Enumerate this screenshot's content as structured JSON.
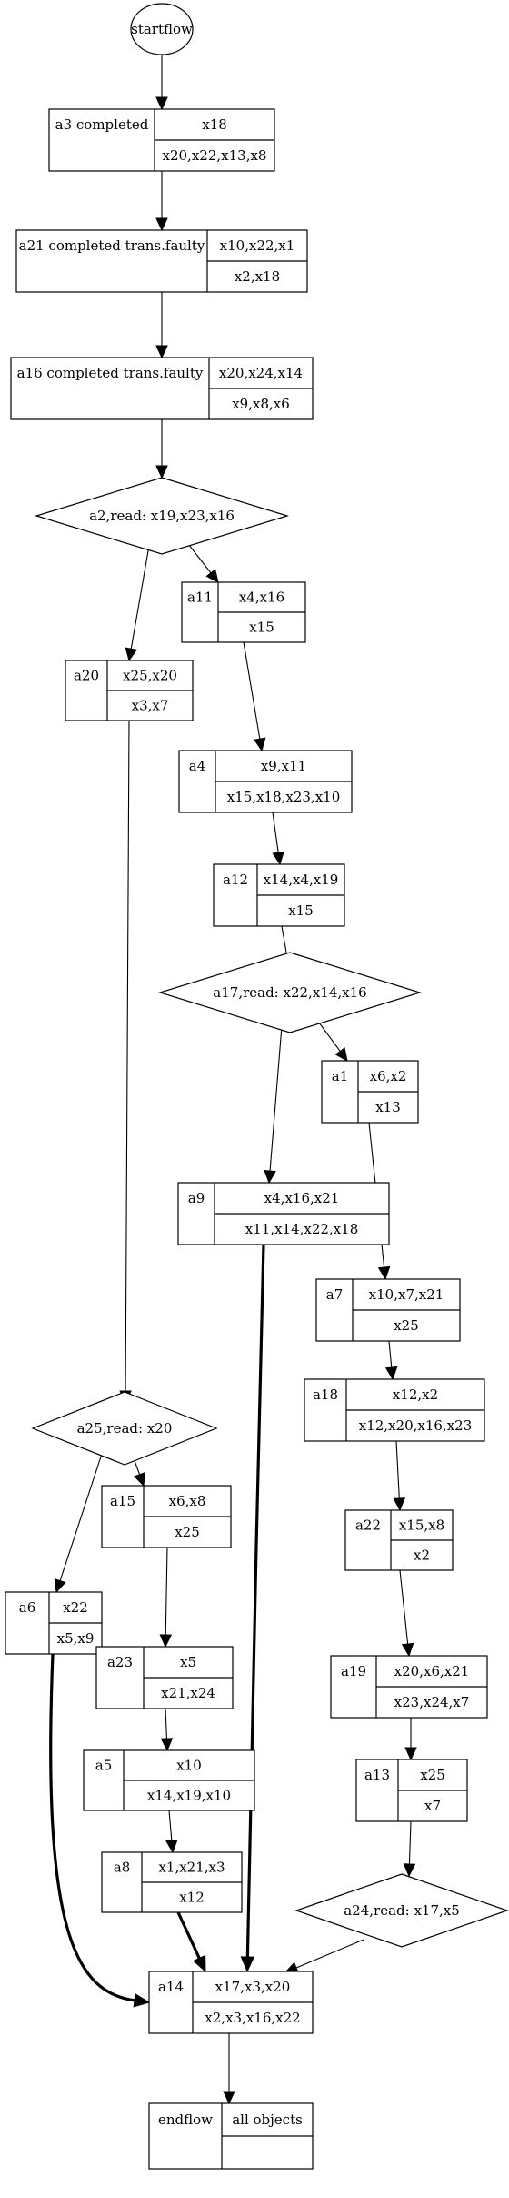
{
  "nodes": [
    {
      "id": "start",
      "shape": "ellipse",
      "label": "startflow"
    },
    {
      "id": "a3",
      "shape": "record",
      "name": "a3 completed",
      "top": "x18",
      "bottom": "x20,x22,x13,x8"
    },
    {
      "id": "a21",
      "shape": "record",
      "name": "a21 completed trans.faulty",
      "top": "x10,x22,x1",
      "bottom": "x2,x18"
    },
    {
      "id": "a16",
      "shape": "record",
      "name": "a16 completed trans.faulty",
      "top": "x20,x24,x14",
      "bottom": "x9,x8,x6"
    },
    {
      "id": "a2",
      "shape": "diamond",
      "label": "a2,read: x19,x23,x16"
    },
    {
      "id": "a11",
      "shape": "record",
      "name": "a11",
      "top": "x4,x16",
      "bottom": "x15"
    },
    {
      "id": "a20",
      "shape": "record",
      "name": "a20",
      "top": "x25,x20",
      "bottom": "x3,x7"
    },
    {
      "id": "a4",
      "shape": "record",
      "name": "a4",
      "top": "x9,x11",
      "bottom": "x15,x18,x23,x10"
    },
    {
      "id": "a12",
      "shape": "record",
      "name": "a12",
      "top": "x14,x4,x19",
      "bottom": "x15"
    },
    {
      "id": "a17",
      "shape": "diamond",
      "label": "a17,read: x22,x14,x16"
    },
    {
      "id": "a1",
      "shape": "record",
      "name": "a1",
      "top": "x6,x2",
      "bottom": "x13"
    },
    {
      "id": "a9",
      "shape": "record",
      "name": "a9",
      "top": "x4,x16,x21",
      "bottom": "x11,x14,x22,x18"
    },
    {
      "id": "a7",
      "shape": "record",
      "name": "a7",
      "top": "x10,x7,x21",
      "bottom": "x25"
    },
    {
      "id": "a18",
      "shape": "record",
      "name": "a18",
      "top": "x12,x2",
      "bottom": "x12,x20,x16,x23"
    },
    {
      "id": "a25",
      "shape": "diamond",
      "label": "a25,read: x20"
    },
    {
      "id": "a15",
      "shape": "record",
      "name": "a15",
      "top": "x6,x8",
      "bottom": "x25"
    },
    {
      "id": "a22",
      "shape": "record",
      "name": "a22",
      "top": "x15,x8",
      "bottom": "x2"
    },
    {
      "id": "a6",
      "shape": "record",
      "name": "a6",
      "top": "x22",
      "bottom": "x5,x9"
    },
    {
      "id": "a23",
      "shape": "record",
      "name": "a23",
      "top": "x5",
      "bottom": "x21,x24"
    },
    {
      "id": "a19",
      "shape": "record",
      "name": "a19",
      "top": "x20,x6,x21",
      "bottom": "x23,x24,x7"
    },
    {
      "id": "a5",
      "shape": "record",
      "name": "a5",
      "top": "x10",
      "bottom": "x14,x19,x10"
    },
    {
      "id": "a13",
      "shape": "record",
      "name": "a13",
      "top": "x25",
      "bottom": "x7"
    },
    {
      "id": "a8",
      "shape": "record",
      "name": "a8",
      "top": "x1,x21,x3",
      "bottom": "x12"
    },
    {
      "id": "a24",
      "shape": "diamond",
      "label": "a24,read: x17,x5"
    },
    {
      "id": "a14",
      "shape": "record",
      "name": "a14",
      "top": "x17,x3,x20",
      "bottom": "x2,x3,x16,x22"
    },
    {
      "id": "endflow",
      "shape": "record",
      "name": "endflow",
      "top": "all objects",
      "bottom": ""
    }
  ],
  "edges": [
    {
      "from": "start",
      "to": "a3",
      "bold": false
    },
    {
      "from": "a3",
      "to": "a21",
      "bold": false
    },
    {
      "from": "a21",
      "to": "a16",
      "bold": false
    },
    {
      "from": "a16",
      "to": "a2",
      "bold": false
    },
    {
      "from": "a2",
      "to": "a20",
      "bold": false
    },
    {
      "from": "a2",
      "to": "a11",
      "bold": false
    },
    {
      "from": "a11",
      "to": "a4",
      "bold": false
    },
    {
      "from": "a4",
      "to": "a12",
      "bold": false
    },
    {
      "from": "a12",
      "to": "a17",
      "bold": false
    },
    {
      "from": "a17",
      "to": "a9",
      "bold": false
    },
    {
      "from": "a17",
      "to": "a1",
      "bold": false
    },
    {
      "from": "a1",
      "to": "a7",
      "bold": false
    },
    {
      "from": "a7",
      "to": "a18",
      "bold": false
    },
    {
      "from": "a18",
      "to": "a22",
      "bold": false
    },
    {
      "from": "a22",
      "to": "a19",
      "bold": false
    },
    {
      "from": "a19",
      "to": "a13",
      "bold": false
    },
    {
      "from": "a13",
      "to": "a24",
      "bold": false
    },
    {
      "from": "a20",
      "to": "a25",
      "bold": false
    },
    {
      "from": "a25",
      "to": "a6",
      "bold": false
    },
    {
      "from": "a25",
      "to": "a15",
      "bold": false
    },
    {
      "from": "a15",
      "to": "a23",
      "bold": false
    },
    {
      "from": "a23",
      "to": "a5",
      "bold": false
    },
    {
      "from": "a5",
      "to": "a8",
      "bold": false
    },
    {
      "from": "a6",
      "to": "a14",
      "bold": true
    },
    {
      "from": "a8",
      "to": "a14",
      "bold": true
    },
    {
      "from": "a9",
      "to": "a14",
      "bold": true
    },
    {
      "from": "a24",
      "to": "a14",
      "bold": false
    },
    {
      "from": "a14",
      "to": "endflow",
      "bold": false
    }
  ]
}
